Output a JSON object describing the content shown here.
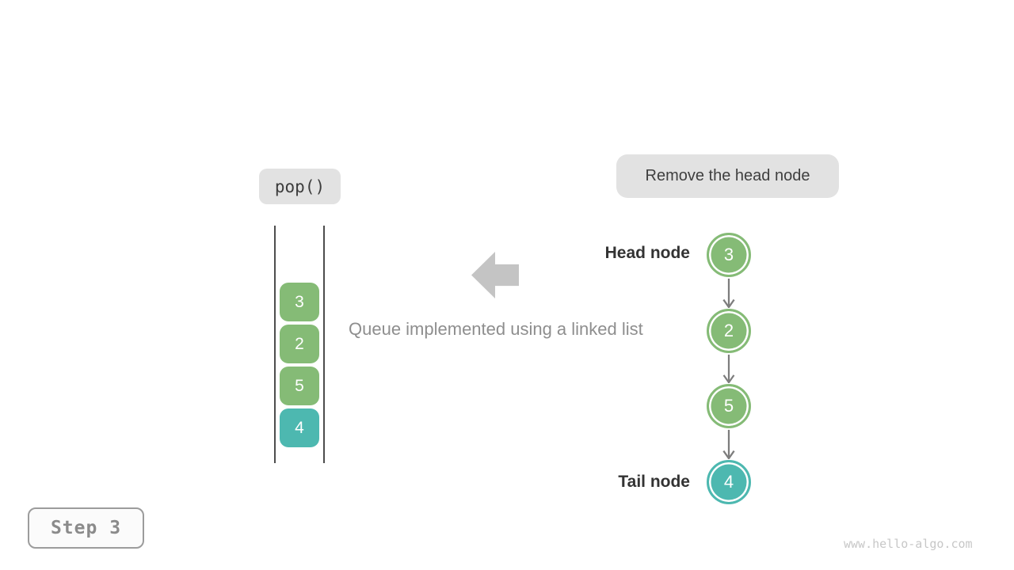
{
  "colors": {
    "node_green": "#85bb76",
    "node_teal": "#4db8b0",
    "badge_gray": "#e2e2e2",
    "arrow_gray": "#c4c4c4",
    "connector_gray": "#7d7d7d"
  },
  "operation_badge": {
    "label": "pop()"
  },
  "annotation_badge": {
    "label": "Remove the head node"
  },
  "queue": {
    "items": [
      {
        "value": "3",
        "color": "#85bb76"
      },
      {
        "value": "2",
        "color": "#85bb76"
      },
      {
        "value": "5",
        "color": "#85bb76"
      },
      {
        "value": "4",
        "color": "#4db8b0"
      }
    ]
  },
  "caption": {
    "text": "Queue implemented using a linked list"
  },
  "linked_list": {
    "head_label": "Head node",
    "tail_label": "Tail node",
    "nodes": [
      {
        "value": "3",
        "color": "#85bb76"
      },
      {
        "value": "2",
        "color": "#85bb76"
      },
      {
        "value": "5",
        "color": "#85bb76"
      },
      {
        "value": "4",
        "color": "#4db8b0"
      }
    ]
  },
  "step_badge": {
    "label": "Step 3"
  },
  "watermark": {
    "text": "www.hello-algo.com"
  }
}
